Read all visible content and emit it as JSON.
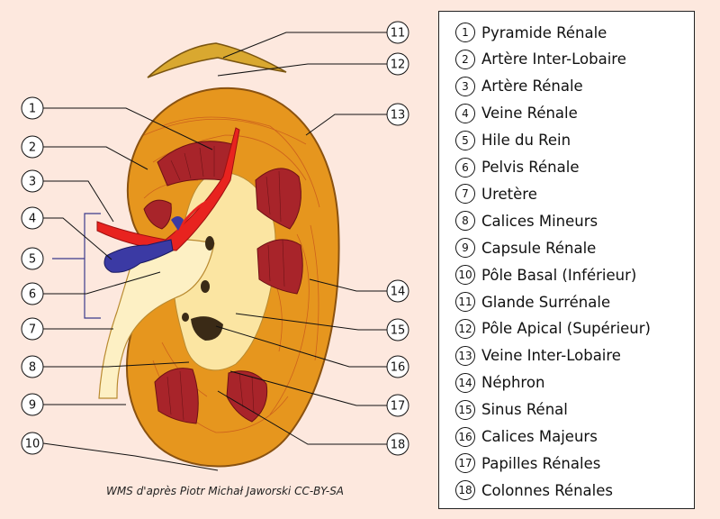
{
  "colors": {
    "background": "#fde8de",
    "cortex": "#e6961e",
    "medulla_pyramid": "#a8242a",
    "sinus": "#fbe5a2",
    "artery": "#e8231f",
    "vein": "#3b3aa4",
    "adrenal": "#d9a830"
  },
  "legend": {
    "items": [
      {
        "num": "1",
        "label": "Pyramide Rénale"
      },
      {
        "num": "2",
        "label": "Artère Inter-Lobaire"
      },
      {
        "num": "3",
        "label": "Artère Rénale"
      },
      {
        "num": "4",
        "label": "Veine Rénale"
      },
      {
        "num": "5",
        "label": "Hile du Rein"
      },
      {
        "num": "6",
        "label": "Pelvis Rénale"
      },
      {
        "num": "7",
        "label": "Uretère"
      },
      {
        "num": "8",
        "label": "Calices Mineurs"
      },
      {
        "num": "9",
        "label": "Capsule Rénale"
      },
      {
        "num": "10",
        "label": "Pôle Basal (Inférieur)"
      },
      {
        "num": "11",
        "label": "Glande Surrénale"
      },
      {
        "num": "12",
        "label": "Pôle Apical (Supérieur)"
      },
      {
        "num": "13",
        "label": "Veine Inter-Lobaire"
      },
      {
        "num": "14",
        "label": "Néphron"
      },
      {
        "num": "15",
        "label": "Sinus Rénal"
      },
      {
        "num": "16",
        "label": "Calices Majeurs"
      },
      {
        "num": "17",
        "label": "Papilles Rénales"
      },
      {
        "num": "18",
        "label": "Colonnes Rénales"
      }
    ]
  },
  "credit": "WMS d'après Piotr Michał Jaworski CC-BY-SA"
}
